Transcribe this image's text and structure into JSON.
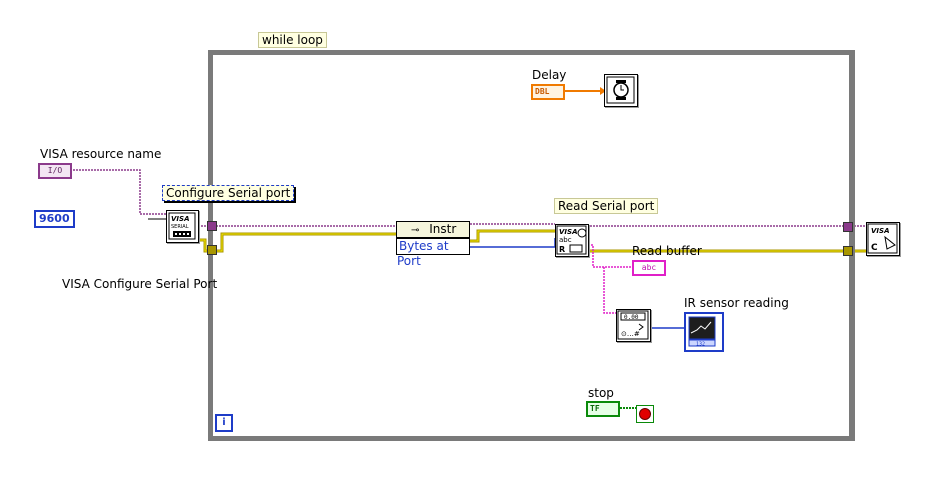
{
  "loop": {
    "label": "while loop",
    "iteration_symbol": "i"
  },
  "visa_resource": {
    "label": "VISA resource name",
    "terminal_text": "I/O"
  },
  "baud_constant": {
    "value": "9600"
  },
  "configure": {
    "free_label": "Configure Serial port",
    "node_label": "VISA Configure Serial Port",
    "icon_text": "VISA SERIAL"
  },
  "delay": {
    "label": "Delay",
    "terminal_text": "DBL"
  },
  "property_node": {
    "header": "Instr",
    "item": "Bytes at Port"
  },
  "read": {
    "free_label": "Read Serial port",
    "icon_text": "VISA abc R"
  },
  "read_buffer": {
    "label": "Read buffer",
    "terminal_text": "abc"
  },
  "ir_sensor": {
    "label": "IR sensor reading"
  },
  "stop": {
    "label": "stop",
    "terminal_text": "TF"
  },
  "close": {
    "icon_text": "VISA C"
  },
  "colors": {
    "loop_border": "#7a7a7a",
    "visa_wire": "#8b3a8b",
    "error_wire": "#c8b400",
    "numeric_int": "#1e3cc8",
    "numeric_dbl": "#f07a00",
    "string_wire": "#e020c8",
    "boolean": "#0a8a0a"
  }
}
